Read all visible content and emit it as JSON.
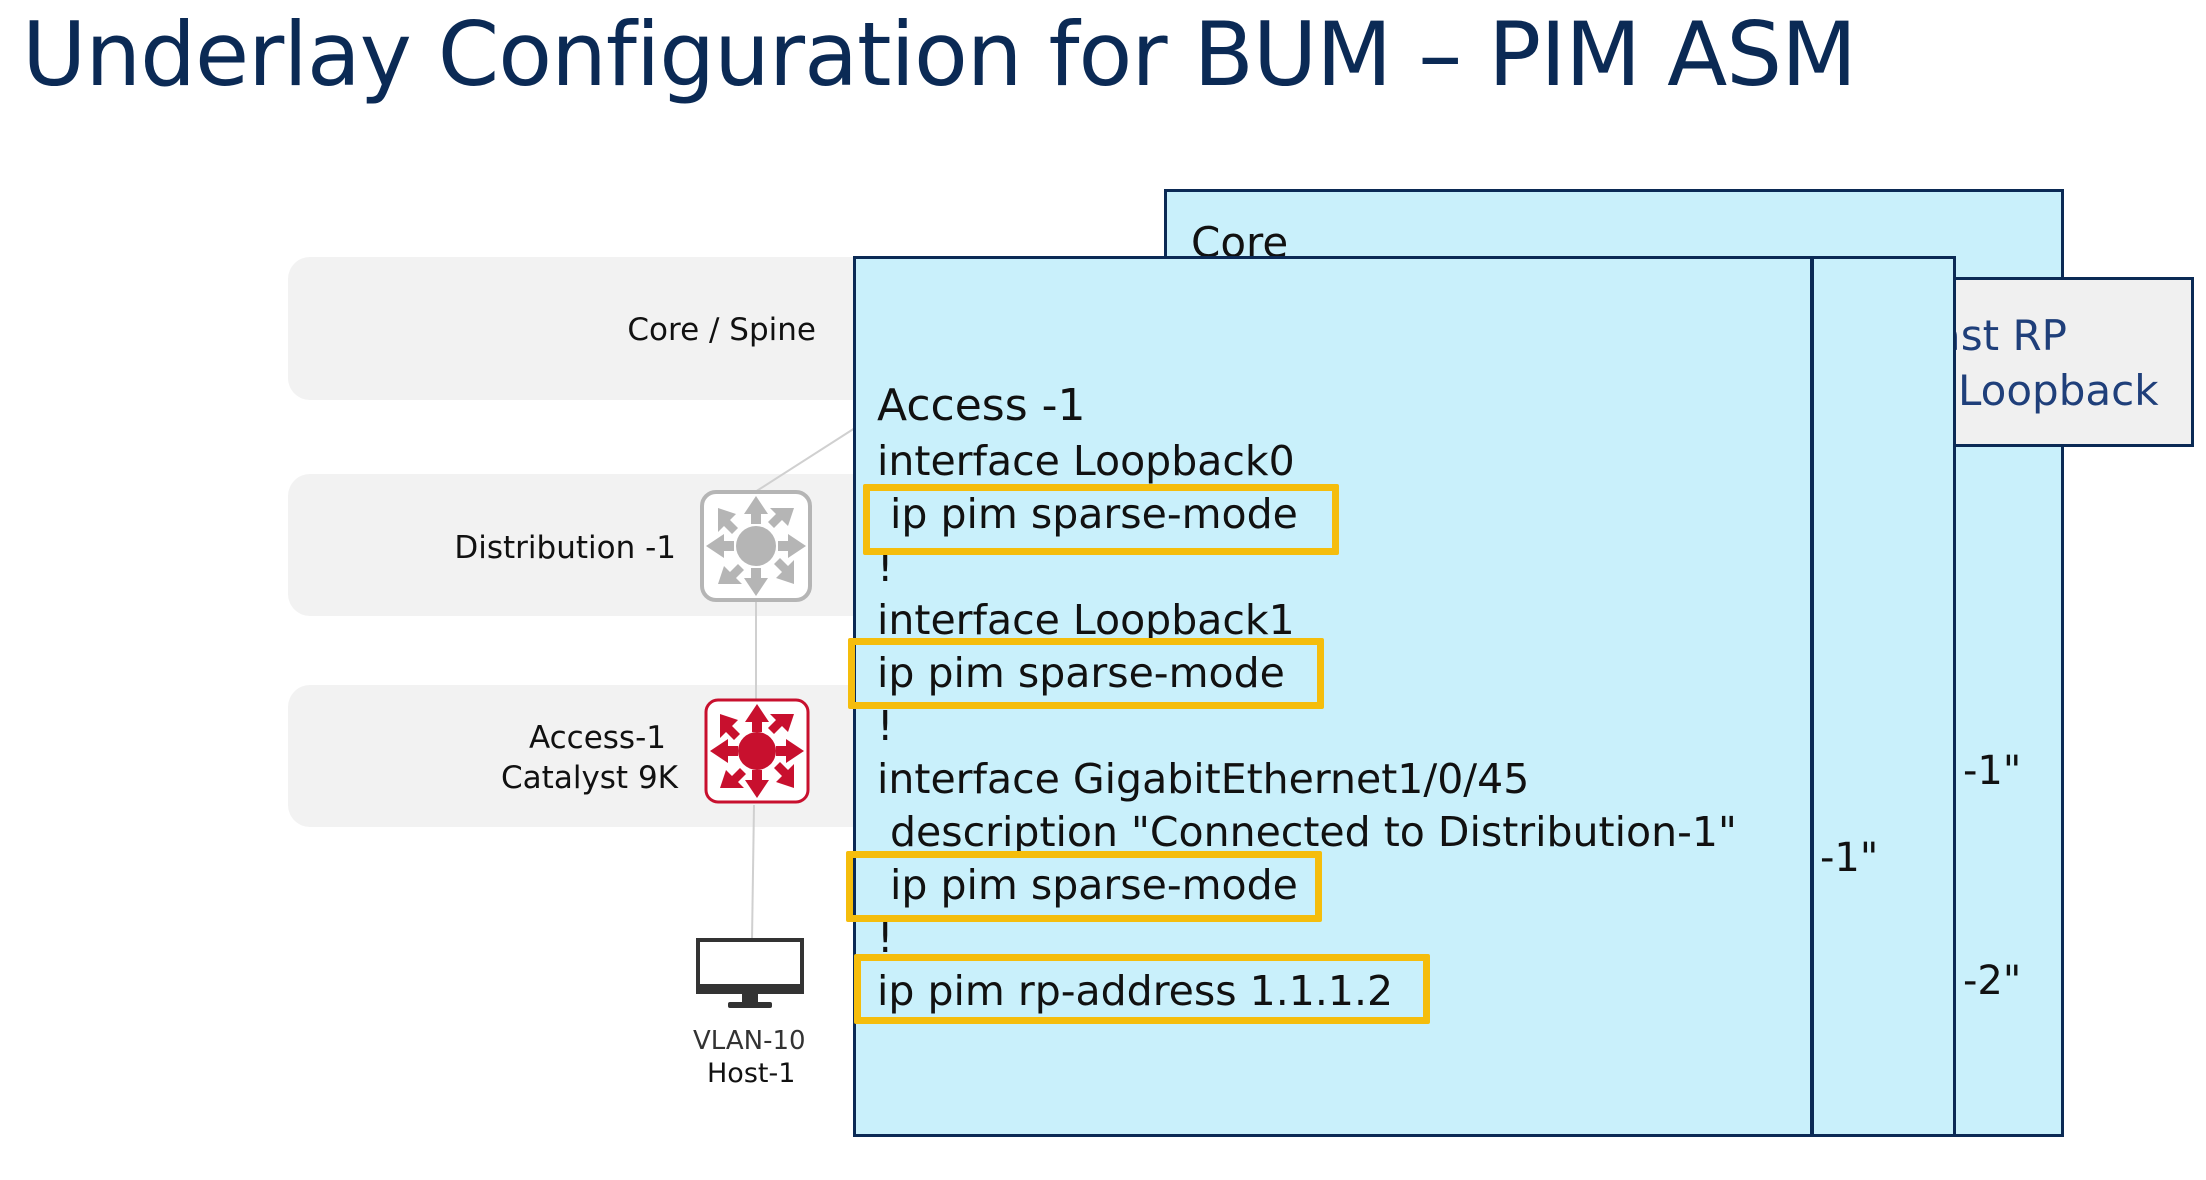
{
  "slide": {
    "title": "Underlay Configuration for BUM – PIM ASM"
  },
  "tiers": {
    "core": "Core / Spine",
    "distribution": "Distribution -1",
    "access_line1": "Access-1",
    "access_line2": "Catalyst 9K"
  },
  "host": {
    "vlan": "VLAN-10",
    "name": "Host-1"
  },
  "core_panel": {
    "title": "Core",
    "text_1": "-1\"",
    "text_2": "-2\""
  },
  "rp_popup": {
    "line1": "ast RP",
    "line2": "Loopback"
  },
  "middle_panel": {
    "text": "-1\""
  },
  "access_panel": {
    "title": "Access -1",
    "lines": [
      "interface Loopback0",
      " ip pim sparse-mode",
      "!",
      "interface Loopback1",
      "ip pim sparse-mode",
      "!",
      "interface GigabitEthernet1/0/45",
      " description \"Connected to Distribution-1\"",
      " ip pim sparse-mode",
      "!",
      "ip pim rp-address 1.1.1.2"
    ]
  },
  "colors": {
    "title": "#0b2a55",
    "panel_fill": "#c9f0fb",
    "highlight": "#f5bd0c",
    "access_switch": "#c8102e",
    "distribution_switch": "#b5b5b5"
  },
  "icons": {
    "distribution": "layer3-switch-icon",
    "access": "layer3-switch-icon",
    "host": "monitor-icon"
  }
}
